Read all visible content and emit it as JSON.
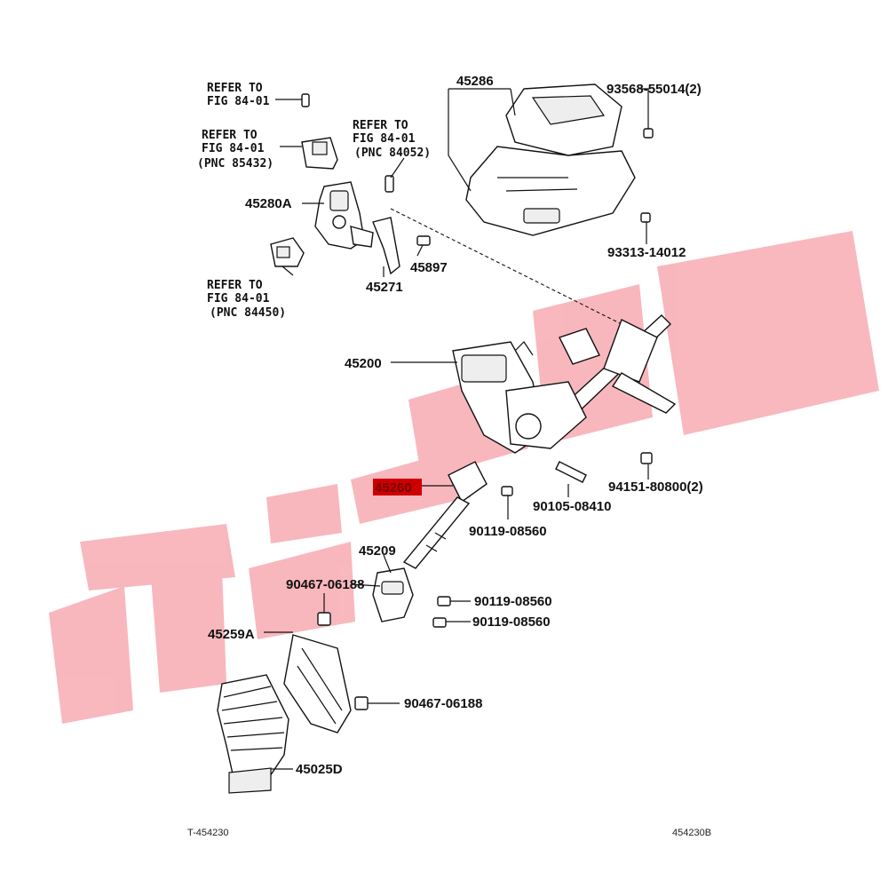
{
  "diagram": {
    "highlight_color": "#cc0000",
    "watermark_color": "#f6a0a8",
    "refer_labels": [
      {
        "lines": [
          "REFER TO",
          "FIG 84-01"
        ]
      },
      {
        "lines": [
          "REFER TO",
          "FIG 84-01",
          "(PNC 85432)"
        ]
      },
      {
        "lines": [
          "REFER TO",
          "FIG 84-01",
          "(PNC 84052)"
        ]
      },
      {
        "lines": [
          "REFER TO",
          "FIG 84-01",
          "(PNC 84450)"
        ]
      }
    ],
    "part_numbers": {
      "p45286": "45286",
      "p93568": "93568-55014(2)",
      "p93313": "93313-14012",
      "p45280A": "45280A",
      "p45897": "45897",
      "p45271": "45271",
      "p45200": "45200",
      "p45260": "45260",
      "p94151": "94151-80800(2)",
      "p90105": "90105-08410",
      "p90119a": "90119-08560",
      "p45209": "45209",
      "p90467a": "90467-06188",
      "p90119b": "90119-08560",
      "p90119c": "90119-08560",
      "p45259A": "45259A",
      "p90467b": "90467-06188",
      "p45025D": "45025D"
    },
    "footer_left": "T-454230",
    "footer_right": "454230B"
  }
}
